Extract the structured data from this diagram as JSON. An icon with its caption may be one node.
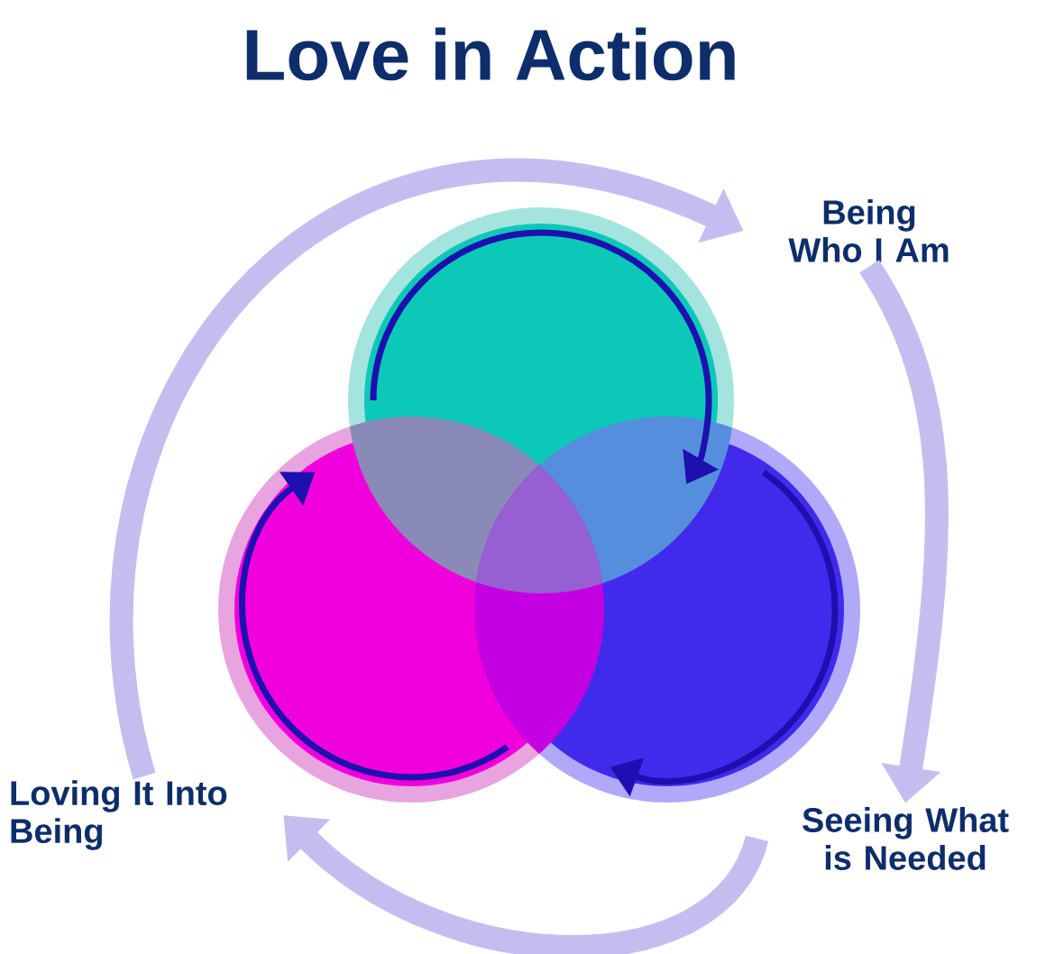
{
  "diagram": {
    "title": "Love in Action",
    "nodes": [
      {
        "text": [
          "Being Who I Am"
        ]
      },
      {
        "text": [
          "Seeing What is Needed"
        ]
      },
      {
        "text": [
          "Loving It Into Being"
        ]
      }
    ],
    "edges": [
      {
        "from": 0,
        "to": 1,
        "arrow": "to"
      },
      {
        "from": 1,
        "to": 2,
        "arrow": "to"
      },
      {
        "from": 2,
        "to": 0,
        "arrow": "to"
      }
    ]
  }
}
